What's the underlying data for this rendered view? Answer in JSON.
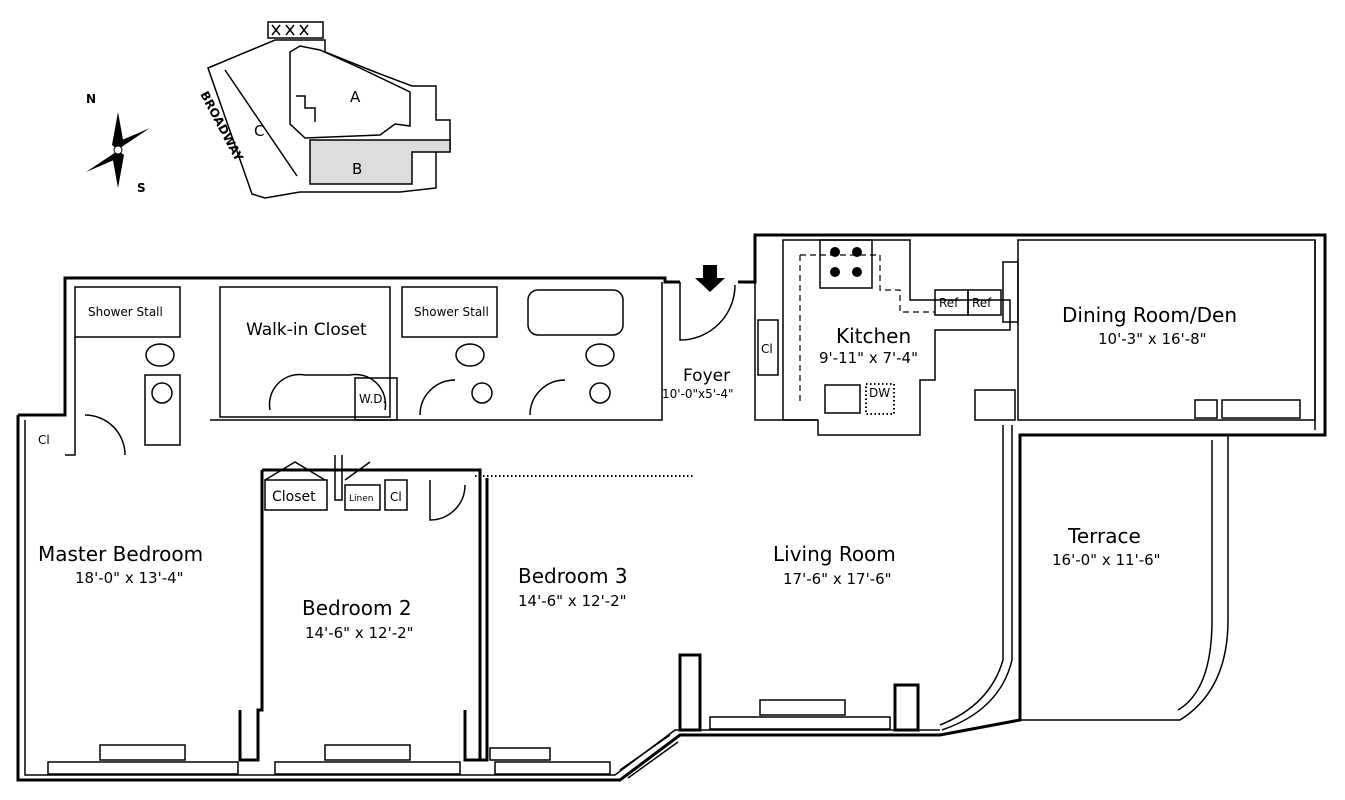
{
  "compass": {
    "north": "N",
    "south": "S"
  },
  "key_plan": {
    "street": "BROADWAY",
    "wing_a": "A",
    "wing_b": "B",
    "wing_c": "C"
  },
  "rooms": {
    "master_bedroom": {
      "name": "Master Bedroom",
      "dims": "18'-0\" x 13'-4\""
    },
    "bedroom_2": {
      "name": "Bedroom 2",
      "dims": "14'-6\" x 12'-2\""
    },
    "bedroom_3": {
      "name": "Bedroom 3",
      "dims": "14'-6\" x 12'-2\""
    },
    "living_room": {
      "name": "Living Room",
      "dims": "17'-6\" x 17'-6\""
    },
    "kitchen": {
      "name": "Kitchen",
      "dims": "9'-11\" x 7'-4\""
    },
    "dining_room": {
      "name": "Dining Room/Den",
      "dims": "10'-3\" x 16'-8\""
    },
    "terrace": {
      "name": "Terrace",
      "dims": "16'-0\" x 11'-6\""
    },
    "foyer": {
      "name": "Foyer",
      "dims": "10'-0\"x5'-4\""
    },
    "walk_in_closet": {
      "name": "Walk-in Closet"
    }
  },
  "fixtures": {
    "shower_stall_1": "Shower Stall",
    "shower_stall_2": "Shower Stall",
    "closet": "Closet",
    "linen": "Linen",
    "cl_master": "Cl",
    "cl_bed2": "Cl",
    "cl_foyer": "Cl",
    "washer_dryer": "W.D.",
    "ref_1": "Ref",
    "ref_2": "Ref",
    "dishwasher": "DW"
  }
}
